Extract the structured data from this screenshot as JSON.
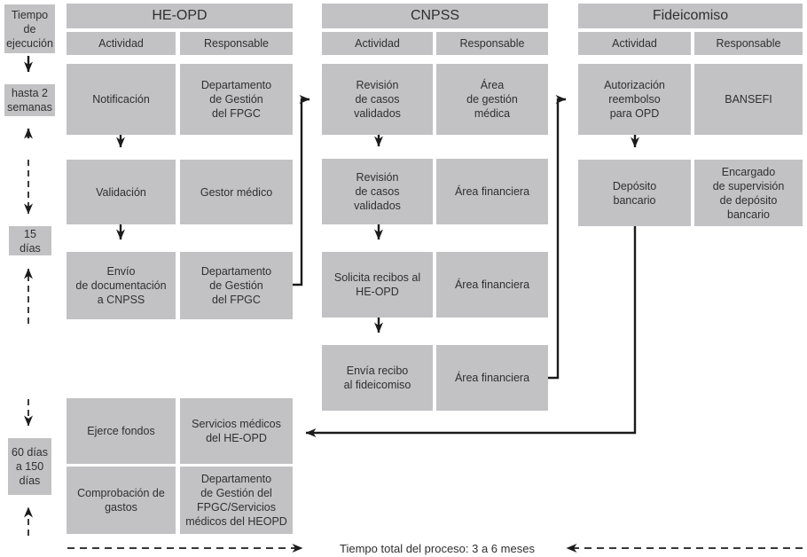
{
  "colors": {
    "box_fill": "#c2c2c4",
    "text_dark": "#2f2f31",
    "arrow": "#1b1b1b",
    "background": "#ffffff"
  },
  "time_column": {
    "title": "Tiempo\nde\nejecución",
    "markers": [
      {
        "label": "hasta 2\nsemanas"
      },
      {
        "label": "15 días"
      },
      {
        "label": "60 días\na 150\ndías"
      }
    ]
  },
  "columns": [
    {
      "name": "HE-OPD",
      "activity_header": "Actividad",
      "responsible_header": "Responsable",
      "rows": [
        {
          "activity": "Notificación",
          "responsible": "Departamento\nde Gestión\ndel FPGC"
        },
        {
          "activity": "Validación",
          "responsible": "Gestor médico"
        },
        {
          "activity": "Envío\nde documentación\na CNPSS",
          "responsible": "Departamento\nde Gestión\ndel FPGC"
        }
      ]
    },
    {
      "name": "CNPSS",
      "activity_header": "Actividad",
      "responsible_header": "Responsable",
      "rows": [
        {
          "activity": "Revisión\nde casos\nvalidados",
          "responsible": "Área\nde gestión\nmédica"
        },
        {
          "activity": "Revisión\nde casos\nvalidados",
          "responsible": "Área financiera"
        },
        {
          "activity": "Solicita recibos al\nHE-OPD",
          "responsible": "Área financiera"
        },
        {
          "activity": "Envía recibo\nal fideicomiso",
          "responsible": "Área financiera"
        }
      ]
    },
    {
      "name": "Fideicomiso",
      "activity_header": "Actividad",
      "responsible_header": "Responsable",
      "rows": [
        {
          "activity": "Autorización\nreembolso\npara OPD",
          "responsible": "BANSEFI"
        },
        {
          "activity": "Depósito\nbancario",
          "responsible": "Encargado\nde supervisión\nde depósito\nbancario"
        }
      ]
    }
  ],
  "bottom_rows": [
    {
      "activity": "Ejerce fondos",
      "responsible": "Servicios médicos\ndel HE-OPD"
    },
    {
      "activity": "Comprobación de\ngastos",
      "responsible": "Departamento\nde Gestión del\nFPGC/Servicios\nmédicos del HEOPD"
    }
  ],
  "footer": {
    "total_time_label": "Tiempo total del proceso: 3 a 6 meses"
  }
}
